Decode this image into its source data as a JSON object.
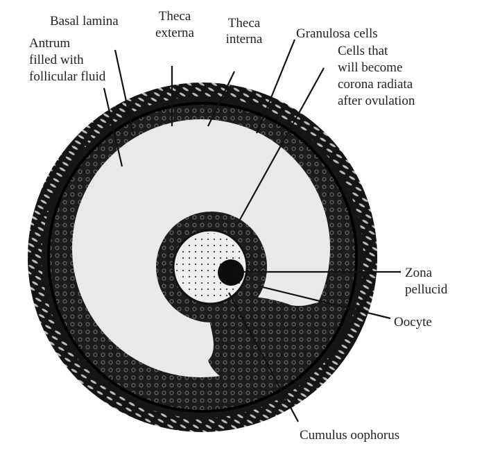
{
  "title": "Ovarian follicle (antral)",
  "labels": {
    "basal_lamina": "Basal lamina",
    "theca_externa": [
      "Theca",
      "externa"
    ],
    "theca_interna": [
      "Theca",
      "interna"
    ],
    "granulosa": "Granulosa cells",
    "corona": [
      "Cells that",
      "will become",
      "corona radiata",
      "after ovulation"
    ],
    "antrum": [
      "Antrum",
      "filled with",
      "follicular fluid"
    ],
    "zona": [
      "Zona",
      "pellucid"
    ],
    "oocyte": "Oocyte",
    "cumulus": "Cumulus oophorus"
  },
  "colors": {
    "antrum": "#e9e9e9",
    "tissue": "#1a1a1a",
    "ooplasm": "#efefef"
  }
}
